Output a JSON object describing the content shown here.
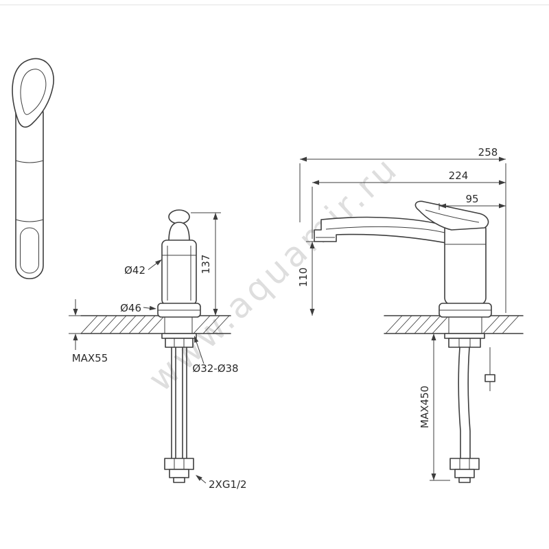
{
  "watermark": {
    "text": "www.aquamir.ru"
  },
  "colors": {
    "line": "#3d3d3d",
    "text": "#2b2b2b",
    "watermark": "#c9c9c9"
  },
  "front_view": {
    "body_diameter": "Ø42",
    "base_diameter": "Ø46",
    "body_height": "137",
    "deck_max_thickness": "MAX55",
    "hole_diameter": "Ø32-Ø38",
    "hose_thread": "2XG1/2"
  },
  "side_view": {
    "total_length": "258",
    "spout_reach": "224",
    "handle_length": "95",
    "spout_height": "110",
    "hose_max_length": "MAX450"
  }
}
